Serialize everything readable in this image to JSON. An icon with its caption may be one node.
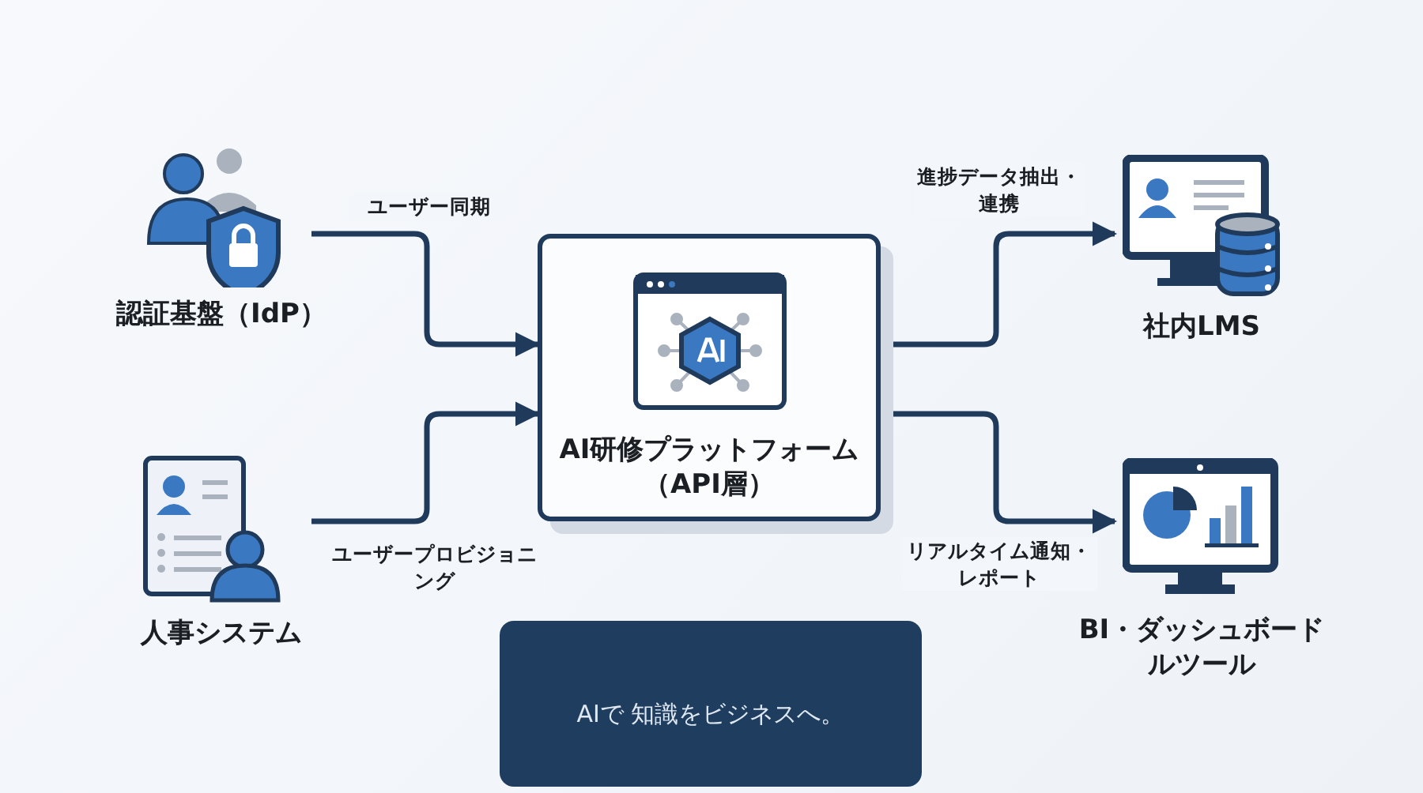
{
  "diagram": {
    "nodes": [
      {
        "text": [
          "認証基盤（IdP）"
        ]
      },
      {
        "text": [
          "人事システム"
        ]
      },
      {
        "text": [
          "AI研修プラットフォーム（API層）"
        ]
      },
      {
        "text": [
          "社内LMS"
        ]
      },
      {
        "text": [
          "BI・ダッシュボードルツール"
        ]
      }
    ],
    "edges": [
      {
        "from": 0,
        "to": 2,
        "arrow": "to",
        "label": "ユーザー同期"
      },
      {
        "from": 1,
        "to": 2,
        "arrow": "to",
        "label": "ユーザープロビジョニング"
      },
      {
        "from": 2,
        "to": 3,
        "arrow": "to",
        "label": "進捗データ抽出・連携"
      },
      {
        "from": 2,
        "to": 4,
        "arrow": "to",
        "label": "リアルタイム通知・レポート"
      }
    ],
    "labels": [
      "AIで 知識をビジネスへ。"
    ]
  }
}
